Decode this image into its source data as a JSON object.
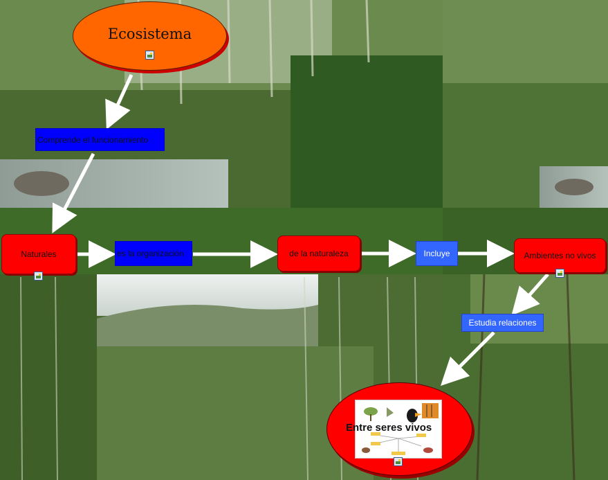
{
  "diagram": {
    "title_node": "Ecosistema",
    "nodes": {
      "comprende": "Comprende el funcionamiento",
      "naturales": "Naturales",
      "es_la_organizacion": "es la organización",
      "de_la_naturaleza": "de la naturaleza",
      "incluye": "Incluye",
      "ambientes_no_vivos": "Ambientes no vivos",
      "estudia_relaciones": "Estudia relaciones",
      "entre_seres_vivos": "Entre seres vivos"
    },
    "colors": {
      "orange_node": "#ff6600",
      "red_node": "#ff0000",
      "blue_node": "#0000ff",
      "light_blue_node": "#3366ff",
      "arrow": "#ffffff"
    },
    "icons": [
      "image-icon"
    ],
    "background": "forest-photo-collage"
  }
}
